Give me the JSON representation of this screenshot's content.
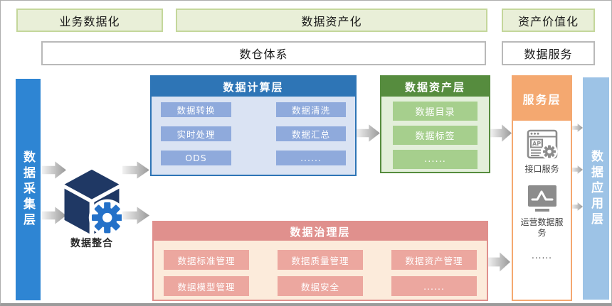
{
  "header": {
    "stage1": "业务数据化",
    "stage2": "数据资产化",
    "stage3": "资产价值化",
    "system1": "数仓体系",
    "system2": "数据服务"
  },
  "left_bar": {
    "label": "数据采集层"
  },
  "integration": {
    "label": "数据整合",
    "icon": "cube-gear-icon"
  },
  "compute_layer": {
    "title": "数据计算层",
    "items": [
      "数据转换",
      "数据清洗",
      "实时处理",
      "数据汇总",
      "ODS",
      "......"
    ]
  },
  "asset_layer": {
    "title": "数据资产层",
    "items": [
      "数据目录",
      "数据标签",
      "......"
    ]
  },
  "governance_layer": {
    "title": "数据治理层",
    "items": [
      "数据标准管理",
      "数据质量管理",
      "数据资产管理",
      "数据模型管理",
      "数据安全",
      "......"
    ]
  },
  "service_layer": {
    "title": "服务层",
    "items": [
      {
        "icon": "api-browser-icon",
        "label": "接口服务"
      },
      {
        "icon": "monitor-chart-icon",
        "label": "运营数据服务"
      },
      {
        "icon": "none",
        "label": "......"
      }
    ]
  },
  "right_bar": {
    "label": "数据应用层"
  },
  "icons": {
    "integration": "cube-gear-icon",
    "api_service": "api-browser-icon",
    "ops_data": "monitor-chart-icon",
    "flow": "right-arrow-icon"
  },
  "colors": {
    "stage_fill": "#e9efd8",
    "stage_border": "#c4d79b",
    "left_bar": "#2e85d3",
    "right_bar": "#9dc3e6",
    "compute_header": "#2e75b6",
    "compute_body": "#dae3f3",
    "compute_item": "#8faadc",
    "asset_header": "#568c3e",
    "asset_body": "#e3efda",
    "asset_item": "#a6cf8d",
    "governance_header": "#e0908d",
    "governance_body": "#fcebdb",
    "governance_item": "#eca79f",
    "service_accent": "#f4a870",
    "cube": "#1f3864",
    "gear": "#2471c8",
    "icon_gray": "#8c8c8c",
    "arrow_gradient": [
      "#f2f2f2",
      "#999999"
    ]
  }
}
